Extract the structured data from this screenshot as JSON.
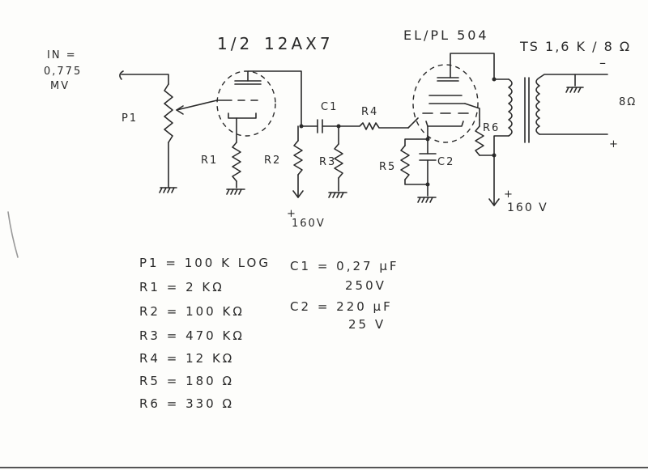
{
  "input": {
    "label_line1": "IN =",
    "label_line2": "0,775",
    "label_line3": "MV"
  },
  "tube1": {
    "label_fraction": "1/2",
    "label_type": "12AX7"
  },
  "tube2": {
    "label": "EL/PL 504"
  },
  "transformer": {
    "label": "TS 1,6 K / 8 Ω",
    "minus": "–",
    "plus": "+",
    "load": "8Ω"
  },
  "components": {
    "P1": "P1",
    "R1": "R1",
    "R2": "R2",
    "R3": "R3",
    "R4": "R4",
    "R5": "R5",
    "R6": "R6",
    "C1": "C1",
    "C2": "C2"
  },
  "supply": {
    "left_plus": "+",
    "left_value": "160V",
    "right_plus": "+",
    "right_value": "160 V"
  },
  "parts_list": [
    {
      "ref": "P1",
      "value": "= 100 K LOG"
    },
    {
      "ref": "R1",
      "value": "= 2 KΩ"
    },
    {
      "ref": "R2",
      "value": "= 100 KΩ"
    },
    {
      "ref": "R3",
      "value": "= 470 KΩ"
    },
    {
      "ref": "R4",
      "value": "= 12 KΩ"
    },
    {
      "ref": "R5",
      "value": "= 180 Ω"
    },
    {
      "ref": "R6",
      "value": "= 330 Ω"
    }
  ],
  "capacitor_list": [
    {
      "ref": "C1",
      "value": "= 0,27 µF",
      "rating": "250V"
    },
    {
      "ref": "C2",
      "value": "= 220 µF",
      "rating": "25 V"
    }
  ]
}
